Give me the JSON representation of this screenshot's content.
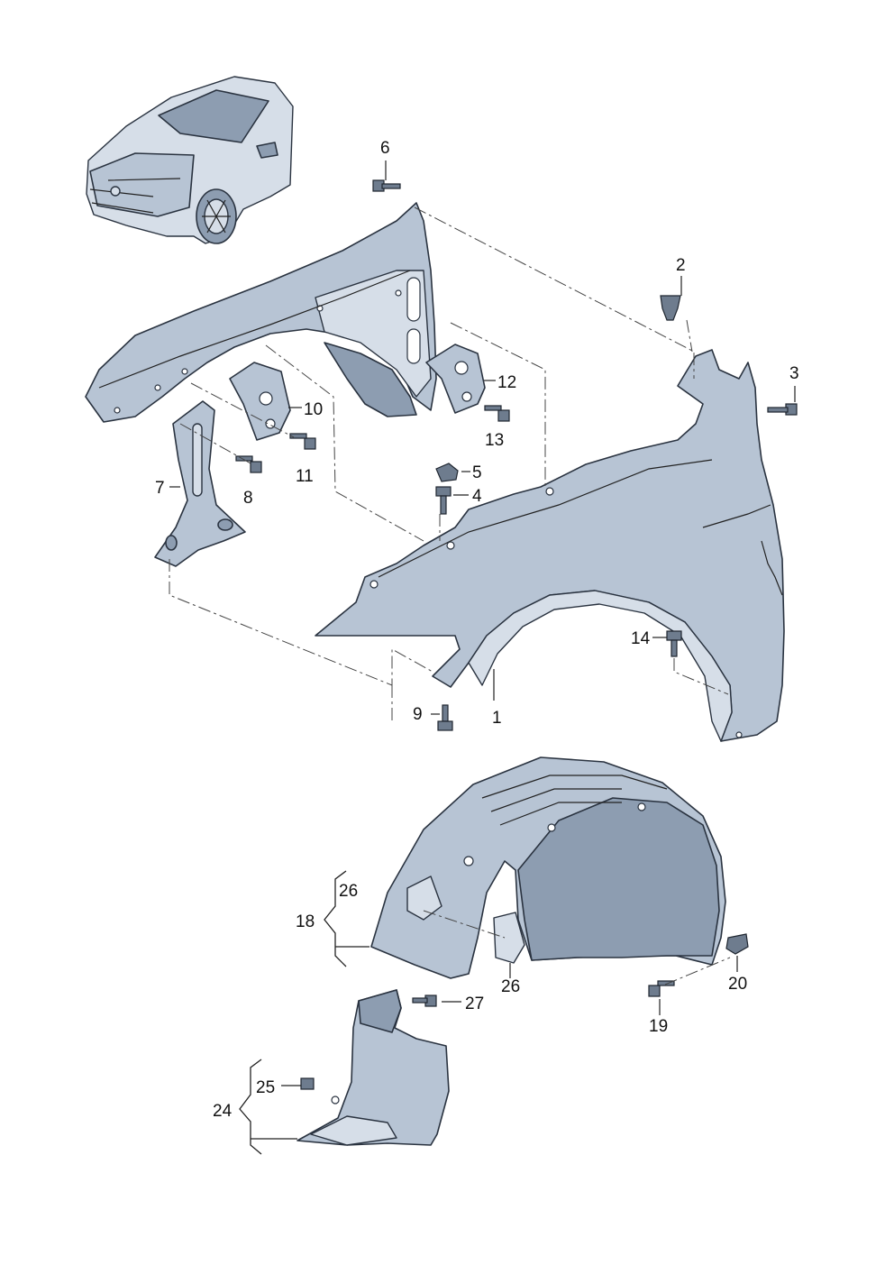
{
  "labels": {
    "p1": "1",
    "p2": "2",
    "p3": "3",
    "p4": "4",
    "p5": "5",
    "p6": "6",
    "p7": "7",
    "p8": "8",
    "p9": "9",
    "p10": "10",
    "p11": "11",
    "p12": "12",
    "p13": "13",
    "p14": "14",
    "p18": "18",
    "p19": "19",
    "p20": "20",
    "p24": "24",
    "p25": "25",
    "p26a": "26",
    "p26b": "26",
    "p27": "27"
  }
}
